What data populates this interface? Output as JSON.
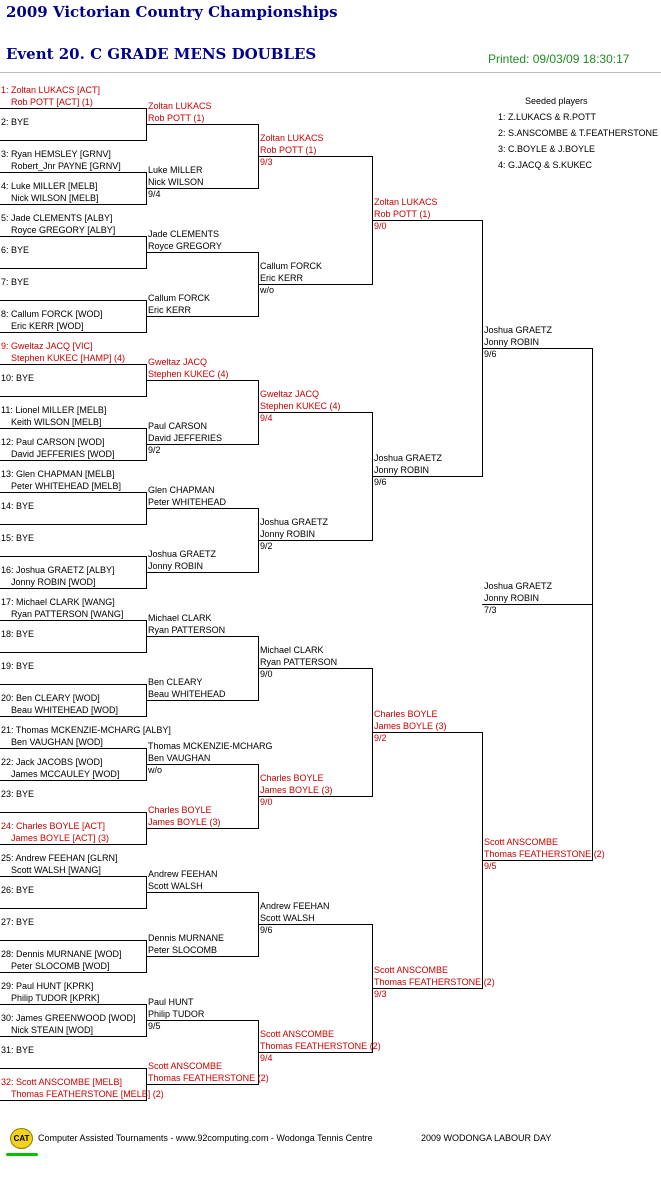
{
  "header": {
    "title": "2009 Victorian Country Championships",
    "event": "Event 20. C GRADE MENS DOUBLES",
    "printed": "Printed: 09/03/09 18:30:17"
  },
  "seeds": {
    "heading": "Seeded players",
    "items": [
      "1: Z.LUKACS & R.POTT",
      "2: S.ANSCOMBE & T.FEATHERSTONE",
      "3: C.BOYLE & J.BOYLE",
      "4: G.JACQ & S.KUKEC"
    ]
  },
  "draw": [
    {
      "a": "1: Zoltan LUKACS [ACT]",
      "b": "Rob POTT [ACT] (1)",
      "seeded": true
    },
    {
      "a": "2: BYE",
      "b": ""
    },
    {
      "a": "3: Ryan HEMSLEY [GRNV]",
      "b": "Robert_Jnr PAYNE [GRNV]"
    },
    {
      "a": "4: Luke MILLER [MELB]",
      "b": "Nick WILSON [MELB]"
    },
    {
      "a": "5: Jade CLEMENTS [ALBY]",
      "b": "Royce GREGORY [ALBY]"
    },
    {
      "a": "6: BYE",
      "b": ""
    },
    {
      "a": "7: BYE",
      "b": ""
    },
    {
      "a": "8: Callum FORCK [WOD]",
      "b": "Eric KERR [WOD]"
    },
    {
      "a": "9: Gweltaz JACQ [VIC]",
      "b": "Stephen KUKEC [HAMP] (4)",
      "seeded": true
    },
    {
      "a": "10: BYE",
      "b": ""
    },
    {
      "a": "11: Lionel MILLER [MELB]",
      "b": "Keith WILSON [MELB]"
    },
    {
      "a": "12: Paul CARSON [WOD]",
      "b": "David JEFFERIES [WOD]"
    },
    {
      "a": "13: Glen CHAPMAN [MELB]",
      "b": "Peter WHITEHEAD [MELB]"
    },
    {
      "a": "14: BYE",
      "b": ""
    },
    {
      "a": "15: BYE",
      "b": ""
    },
    {
      "a": "16: Joshua GRAETZ [ALBY]",
      "b": "Jonny ROBIN [WOD]"
    },
    {
      "a": "17: Michael CLARK [WANG]",
      "b": "Ryan PATTERSON [WANG]"
    },
    {
      "a": "18: BYE",
      "b": ""
    },
    {
      "a": "19: BYE",
      "b": ""
    },
    {
      "a": "20: Ben CLEARY [WOD]",
      "b": "Beau WHITEHEAD [WOD]"
    },
    {
      "a": "21: Thomas MCKENZIE-MCHARG [ALBY]",
      "b": "Ben VAUGHAN [WOD]"
    },
    {
      "a": "22: Jack JACOBS [WOD]",
      "b": "James MCCAULEY [WOD]"
    },
    {
      "a": "23: BYE",
      "b": ""
    },
    {
      "a": "24: Charles BOYLE [ACT]",
      "b": "James BOYLE [ACT] (3)",
      "seeded": true
    },
    {
      "a": "25: Andrew FEEHAN [GLRN]",
      "b": "Scott WALSH [WANG]"
    },
    {
      "a": "26: BYE",
      "b": ""
    },
    {
      "a": "27: BYE",
      "b": ""
    },
    {
      "a": "28: Dennis MURNANE [WOD]",
      "b": "Peter SLOCOMB [WOD]"
    },
    {
      "a": "29: Paul HUNT [KPRK]",
      "b": "Philip TUDOR [KPRK]"
    },
    {
      "a": "30: James GREENWOOD [WOD]",
      "b": "Nick STEAIN [WOD]"
    },
    {
      "a": "31: BYE",
      "b": ""
    },
    {
      "a": "32: Scott ANSCOMBE [MELB]",
      "b": "Thomas FEATHERSTONE [MELB] (2)",
      "seeded": true
    }
  ],
  "round2": [
    {
      "a": "Zoltan LUKACS",
      "b": "Rob POTT (1)",
      "score": "",
      "seeded": true
    },
    {
      "a": "Luke MILLER",
      "b": "Nick WILSON",
      "score": "9/4"
    },
    {
      "a": "Jade CLEMENTS",
      "b": "Royce GREGORY",
      "score": ""
    },
    {
      "a": "Callum FORCK",
      "b": "Eric KERR",
      "score": ""
    },
    {
      "a": "Gweltaz JACQ",
      "b": "Stephen KUKEC (4)",
      "score": "",
      "seeded": true
    },
    {
      "a": "Paul CARSON",
      "b": "David JEFFERIES",
      "score": "9/2"
    },
    {
      "a": "Glen CHAPMAN",
      "b": "Peter WHITEHEAD",
      "score": ""
    },
    {
      "a": "Joshua GRAETZ",
      "b": "Jonny ROBIN",
      "score": ""
    },
    {
      "a": "Michael CLARK",
      "b": "Ryan PATTERSON",
      "score": ""
    },
    {
      "a": "Ben CLEARY",
      "b": "Beau WHITEHEAD",
      "score": ""
    },
    {
      "a": "Thomas MCKENZIE-MCHARG",
      "b": "Ben VAUGHAN",
      "score": "w/o"
    },
    {
      "a": "Charles BOYLE",
      "b": "James BOYLE (3)",
      "score": "",
      "seeded": true
    },
    {
      "a": "Andrew FEEHAN",
      "b": "Scott WALSH",
      "score": ""
    },
    {
      "a": "Dennis MURNANE",
      "b": "Peter SLOCOMB",
      "score": ""
    },
    {
      "a": "Paul HUNT",
      "b": "Philip TUDOR",
      "score": "9/5"
    },
    {
      "a": "Scott ANSCOMBE",
      "b": "Thomas FEATHERSTONE (2)",
      "score": "",
      "seeded": true
    }
  ],
  "round3": [
    {
      "a": "Zoltan LUKACS",
      "b": "Rob POTT (1)",
      "score": "9/3",
      "seeded": true
    },
    {
      "a": "Callum FORCK",
      "b": "Eric KERR",
      "score": "w/o"
    },
    {
      "a": "Gweltaz JACQ",
      "b": "Stephen KUKEC (4)",
      "score": "9/4",
      "seeded": true
    },
    {
      "a": "Joshua GRAETZ",
      "b": "Jonny ROBIN",
      "score": "9/2"
    },
    {
      "a": "Michael CLARK",
      "b": "Ryan PATTERSON",
      "score": "9/0"
    },
    {
      "a": "Charles BOYLE",
      "b": "James BOYLE (3)",
      "score": "9/0",
      "seeded": true
    },
    {
      "a": "Andrew FEEHAN",
      "b": "Scott WALSH",
      "score": "9/6"
    },
    {
      "a": "Scott ANSCOMBE",
      "b": "Thomas FEATHERSTONE (2)",
      "score": "9/4",
      "seeded": true
    }
  ],
  "round4": [
    {
      "a": "Zoltan LUKACS",
      "b": "Rob POTT (1)",
      "score": "9/0",
      "seeded": true
    },
    {
      "a": "Joshua GRAETZ",
      "b": "Jonny ROBIN",
      "score": "9/6"
    },
    {
      "a": "Charles BOYLE",
      "b": "James BOYLE (3)",
      "score": "9/2",
      "seeded": true
    },
    {
      "a": "Scott ANSCOMBE",
      "b": "Thomas FEATHERSTONE (2)",
      "score": "9/3",
      "seeded": true
    }
  ],
  "round5": [
    {
      "a": "Joshua GRAETZ",
      "b": "Jonny ROBIN",
      "score": "9/6"
    },
    {
      "a": "Scott ANSCOMBE",
      "b": "Thomas FEATHERSTONE (2)",
      "score": "9/5",
      "seeded": true
    }
  ],
  "final": {
    "a": "Joshua GRAETZ",
    "b": "Jonny ROBIN",
    "score": "7/3"
  },
  "footer": {
    "logo_text": "CAT",
    "credits": "Computer Assisted Tournaments - www.92computing.com -  Wodonga Tennis Centre",
    "event_name": "2009 WODONGA LABOUR DAY"
  }
}
